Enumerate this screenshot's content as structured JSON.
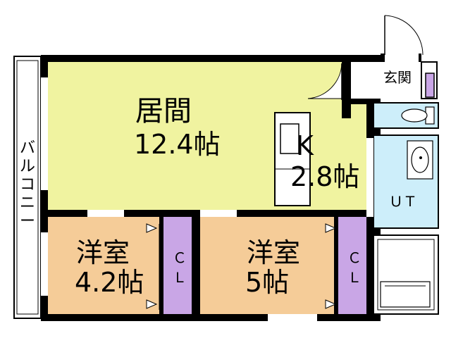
{
  "plan": {
    "rooms": {
      "living": {
        "name": "居間",
        "size": "12.4帖"
      },
      "kitchen": {
        "name": "K",
        "size": "2.8帖"
      },
      "bedroom1": {
        "name": "洋室",
        "size": "4.2帖"
      },
      "bedroom2": {
        "name": "洋室",
        "size": "5帖"
      },
      "entrance": {
        "name": "玄関"
      },
      "utility": {
        "name": "ＵＴ"
      },
      "closet1": {
        "name": "ＣＬ",
        "chars": [
          "Ｃ",
          "Ｌ"
        ]
      },
      "closet2": {
        "name": "ＣＬ",
        "chars": [
          "Ｃ",
          "Ｌ"
        ]
      },
      "balcony": {
        "name": "バルコニー",
        "chars": [
          "バ",
          "ル",
          "コ",
          "ニ",
          "ー"
        ]
      }
    },
    "colors": {
      "wall": "#000000",
      "living": "#f0f3a0",
      "bedroom": "#f5cc98",
      "closet": "#c9a6e6",
      "wet_area": "#cdeefa",
      "floor_white": "#ffffff"
    }
  }
}
